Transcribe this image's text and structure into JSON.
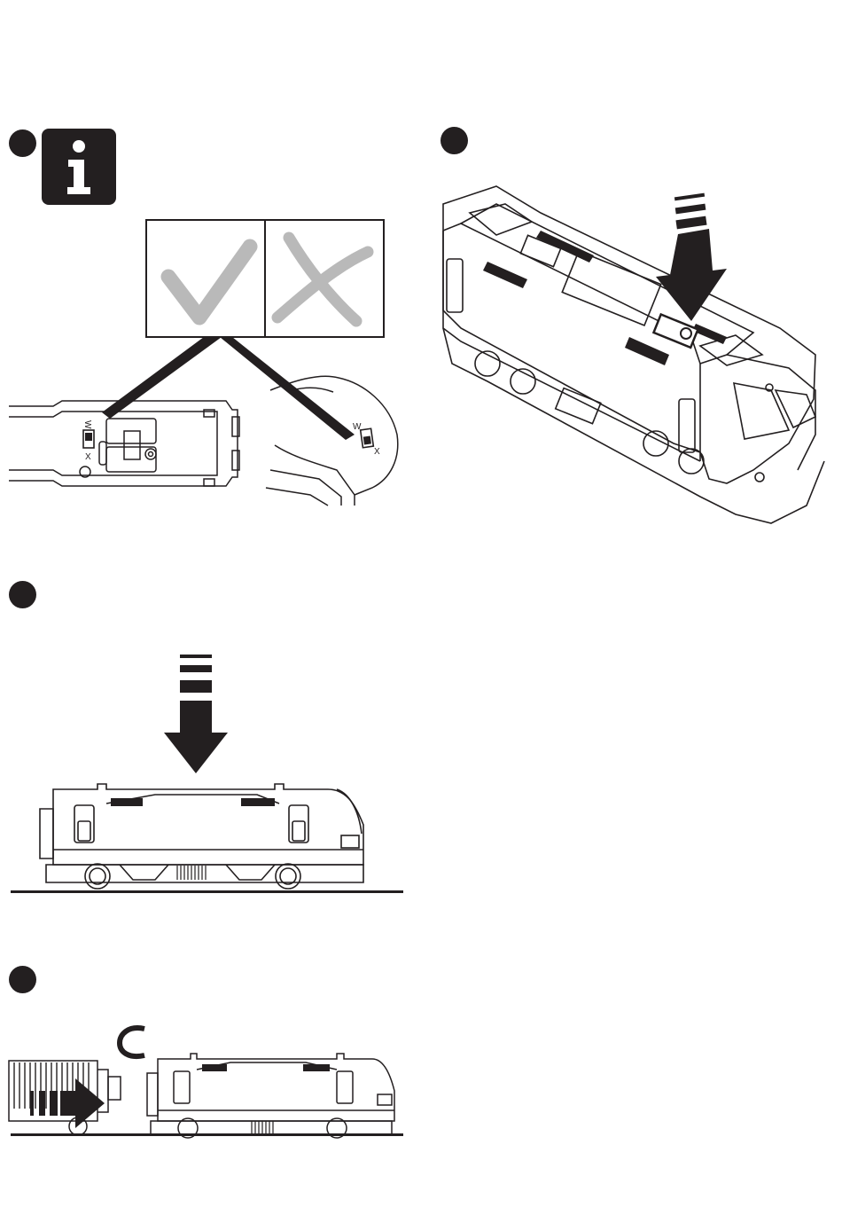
{
  "steps": [
    {
      "id": "step-1",
      "icon": "info-icon"
    },
    {
      "id": "step-2",
      "icon": "press-down-arrow-icon"
    },
    {
      "id": "step-3",
      "icon": "press-down-arrow-icon"
    },
    {
      "id": "step-4",
      "icon": "push-right-arrow-icon"
    }
  ],
  "switch_labels": {
    "position_w": "W",
    "position_x": "X"
  },
  "comparison": {
    "correct_icon": "checkmark-icon",
    "wrong_icon": "cross-icon"
  },
  "colors": {
    "ink": "#231f20",
    "mark_grey": "#b9b9b9"
  }
}
